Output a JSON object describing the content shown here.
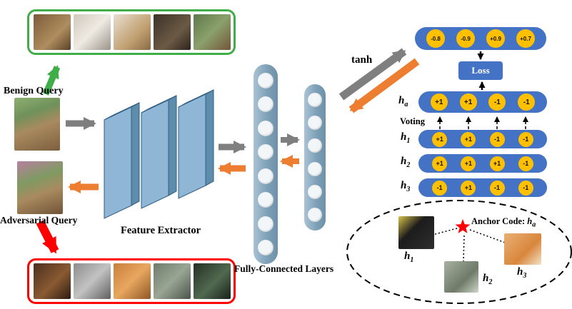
{
  "labels": {
    "benign_query": "Benign Query",
    "adversarial_query": "Adversarial Query",
    "feature_extractor": "Feature Extractor",
    "fc_layers": "Fully-Connected Layers",
    "tanh": "tanh",
    "loss": "Loss",
    "voting": "Voting",
    "anchor_code_prefix": "Anchor Code: "
  },
  "codes": {
    "tanh_output": [
      "-0.8",
      "-0.9",
      "+0.9",
      "+0.7"
    ],
    "ha": {
      "main": "h",
      "sub": "a",
      "values": [
        "+1",
        "+1",
        "-1",
        "-1"
      ]
    },
    "h1": {
      "main": "h",
      "sub": "1",
      "values": [
        "+1",
        "+1",
        "-1",
        "-1"
      ]
    },
    "h2": {
      "main": "h",
      "sub": "2",
      "values": [
        "+1",
        "+1",
        "+1",
        "-1"
      ]
    },
    "h3": {
      "main": "h",
      "sub": "3",
      "values": [
        "-1",
        "+1",
        "-1",
        "-1"
      ]
    }
  },
  "anchor": {
    "main": "h",
    "sub": "a"
  },
  "point_labels": {
    "h1": {
      "main": "h",
      "sub": "1"
    },
    "h2": {
      "main": "h",
      "sub": "2"
    },
    "h3": {
      "main": "h",
      "sub": "3"
    }
  },
  "colors": {
    "pill_blue": "#4472C4",
    "code_orange": "#FFC000",
    "arrow_gray": "#7F7F7F",
    "arrow_orange": "#ED7D31",
    "benign_green": "#3FAE49",
    "adversarial_red": "#FF0000",
    "star_red": "#FF0000"
  },
  "icons": {
    "anchor_star": "red-star"
  }
}
